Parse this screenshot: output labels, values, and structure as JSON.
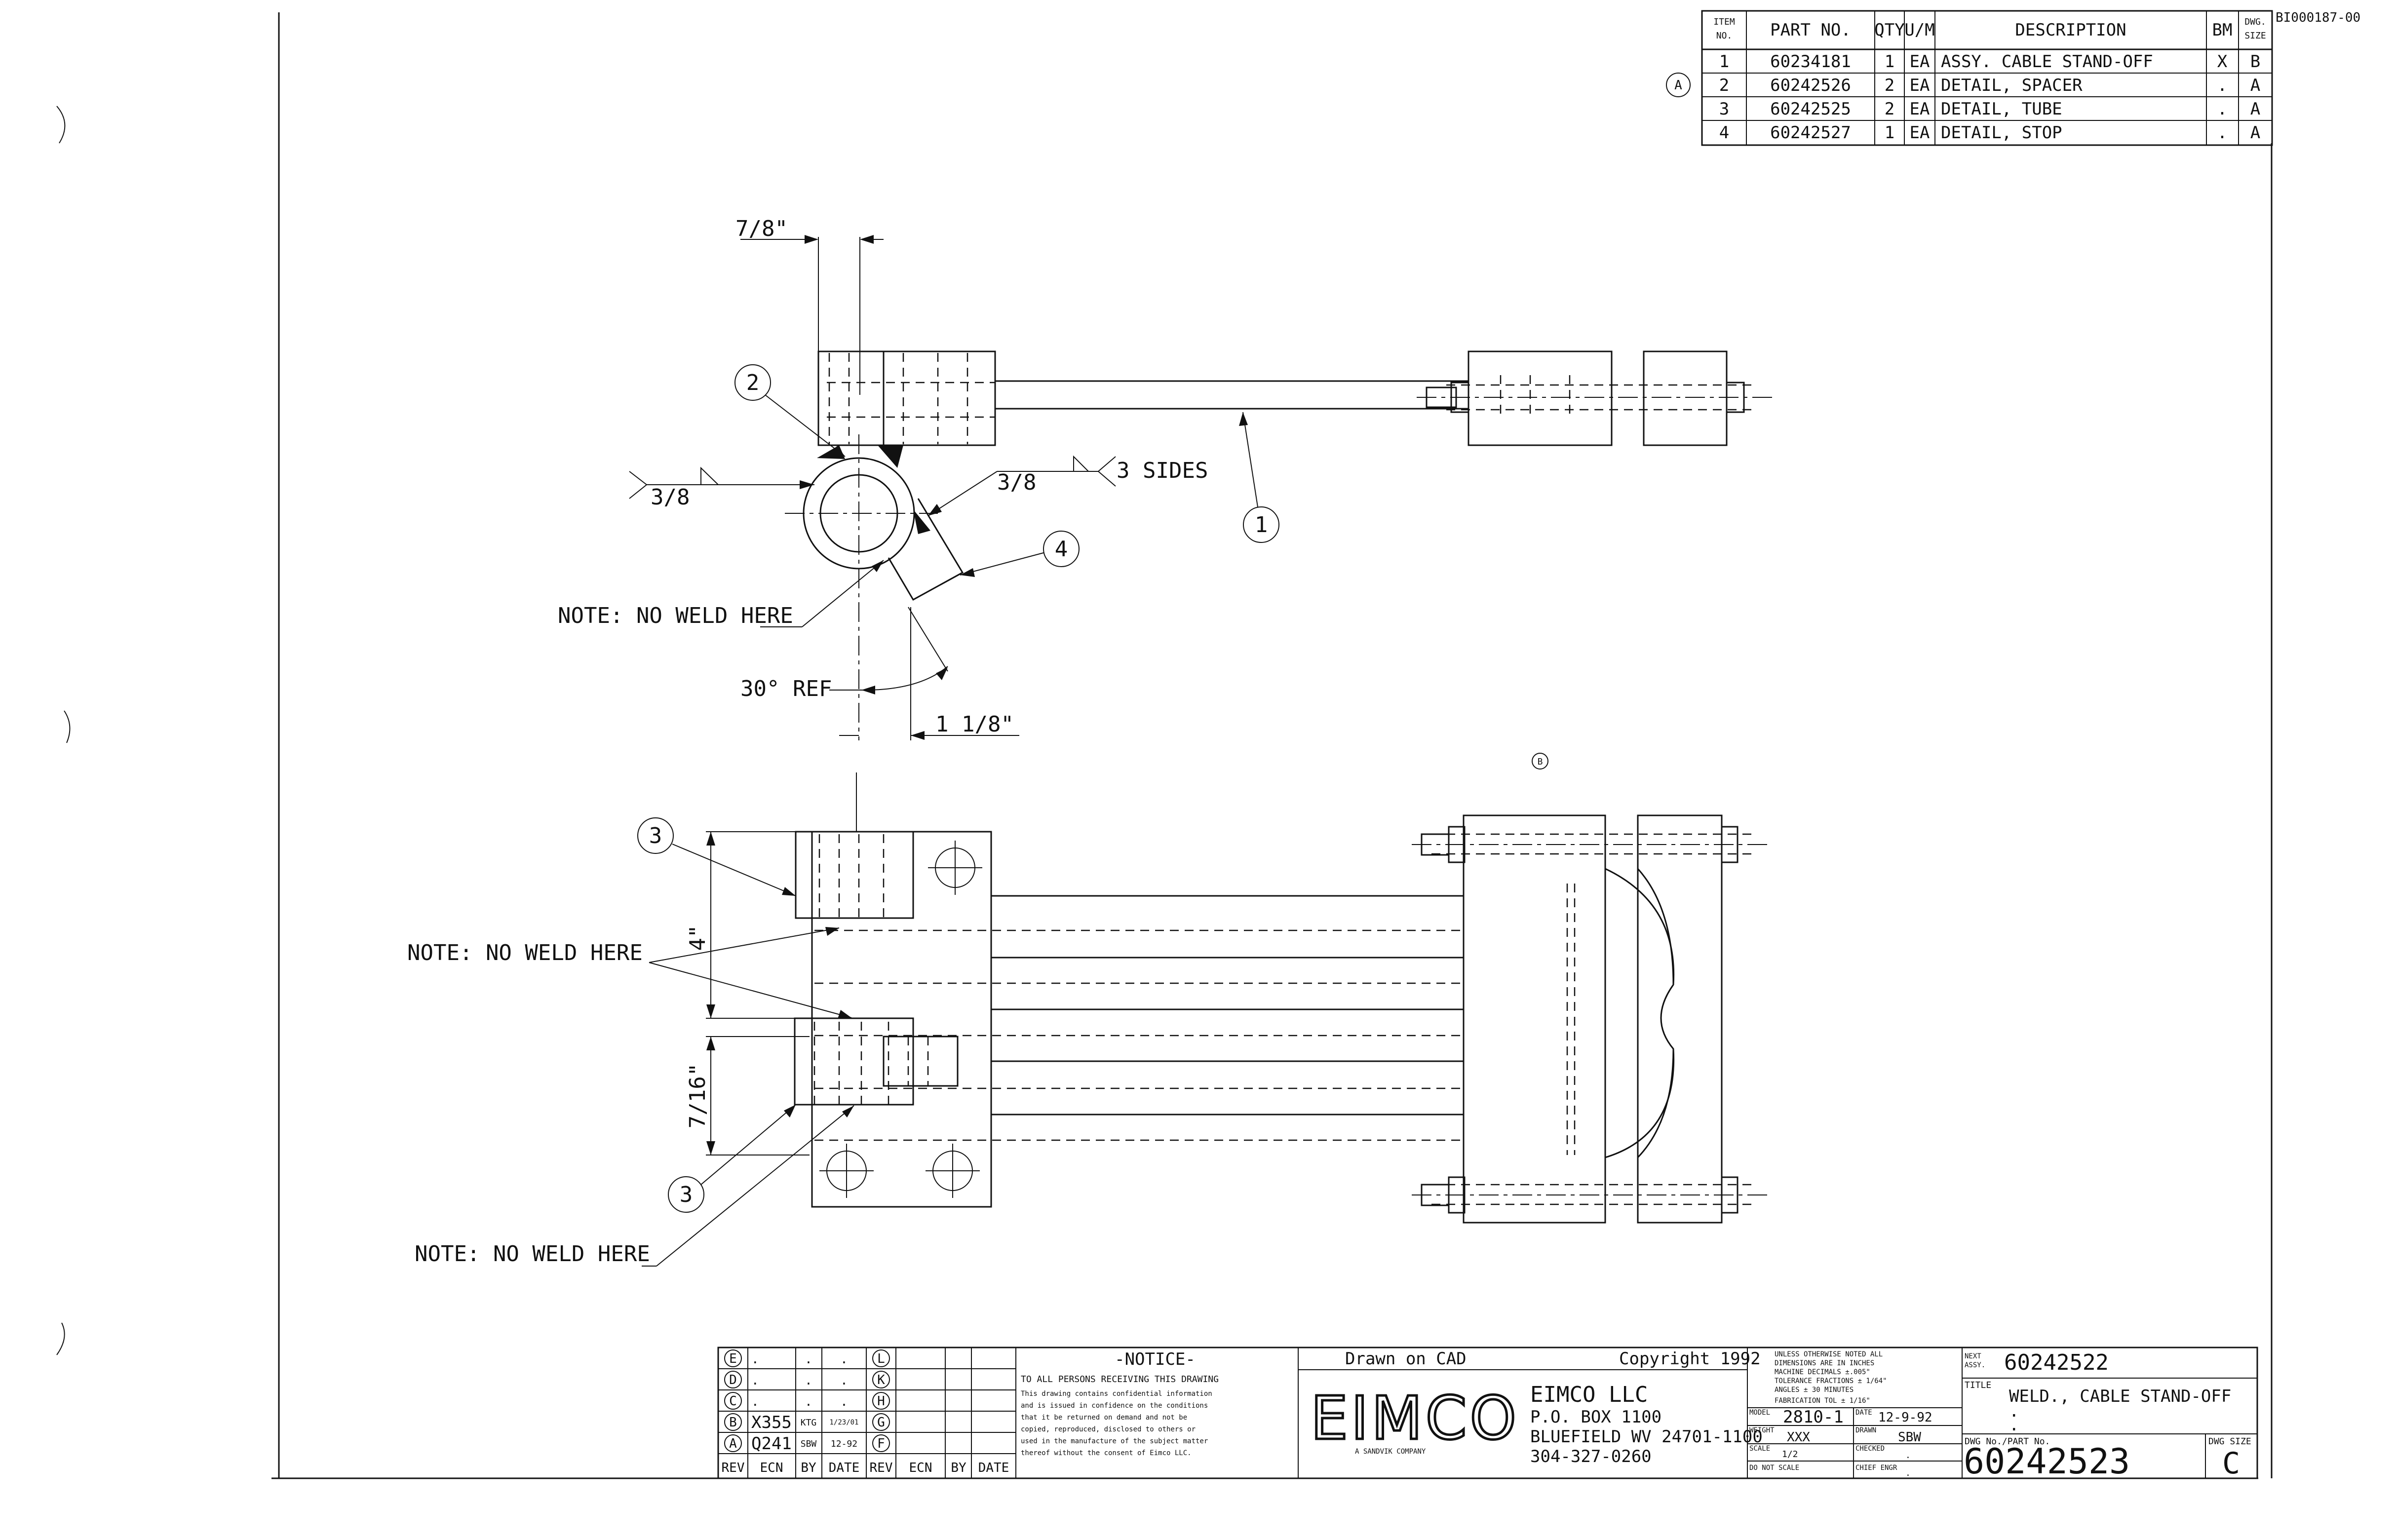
{
  "doc_id": "BI000187-00",
  "bom": {
    "headers": {
      "item": [
        "ITEM",
        "NO."
      ],
      "part": "PART NO.",
      "qty": "QTY",
      "um": "U/M",
      "desc": "DESCRIPTION",
      "bm": "BM",
      "size": [
        "DWG.",
        "SIZE"
      ]
    },
    "rows": [
      {
        "item": "1",
        "part": "60234181",
        "qty": "1",
        "um": "EA",
        "desc": "ASSY. CABLE STAND-OFF",
        "bm": "X",
        "size": "B"
      },
      {
        "item": "2",
        "part": "60242526",
        "qty": "2",
        "um": "EA",
        "desc": "DETAIL, SPACER",
        "bm": ".",
        "size": "A"
      },
      {
        "item": "3",
        "part": "60242525",
        "qty": "2",
        "um": "EA",
        "desc": "DETAIL, TUBE",
        "bm": ".",
        "size": "A"
      },
      {
        "item": "4",
        "part": "60242527",
        "qty": "1",
        "um": "EA",
        "desc": "DETAIL, STOP",
        "bm": ".",
        "size": "A"
      }
    ],
    "rev_marker": "A"
  },
  "top_view": {
    "dim_top": "7/8\"",
    "weld_left": "3/8",
    "weld_right": "3/8",
    "weld_sides": "3 SIDES",
    "note": "NOTE: NO WELD HERE",
    "angle": "30° REF",
    "dim_bottom": "1 1/8\"",
    "balloons": [
      "2",
      "1",
      "4"
    ]
  },
  "front_view": {
    "rev_marker": "B",
    "dim_height": "4\"",
    "dim_small": "7/16\"",
    "note_upper": "NOTE: NO WELD HERE",
    "note_lower": "NOTE: NO WELD HERE",
    "balloons": [
      "3",
      "3"
    ]
  },
  "revisions": {
    "letters_left": [
      "E",
      "D",
      "C",
      "B",
      "A"
    ],
    "letters_right": [
      "L",
      "K",
      "H",
      "G",
      "F"
    ],
    "rows": [
      {
        "ecn": ".",
        "by": ".",
        "date": "."
      },
      {
        "ecn": ".",
        "by": ".",
        "date": "."
      },
      {
        "ecn": ".",
        "by": ".",
        "date": "."
      },
      {
        "ecn": "X355",
        "by": "KTG",
        "date": "1/23/01"
      },
      {
        "ecn": "Q241",
        "by": "SBW",
        "date": "12-92"
      }
    ],
    "footer": [
      "REV",
      "ECN",
      "BY",
      "DATE",
      "REV",
      "ECN",
      "BY",
      "DATE"
    ]
  },
  "notice": {
    "heading": "-NOTICE-",
    "lead": "TO ALL PERSONS RECEIVING THIS DRAWING",
    "lines": [
      "This drawing contains confidential information",
      "and is issued in confidence on the conditions",
      "that it be returned on demand and not be",
      "copied, reproduced, disclosed to others or",
      "used in the manufacture of the subject matter",
      "thereof without the consent of Eimco LLC."
    ]
  },
  "company": {
    "drawn_on": "Drawn on CAD",
    "copyright": "Copyright 1992",
    "logo": "EIMCO",
    "tagline": "A SANDVIK COMPANY",
    "name": "EIMCO LLC",
    "address1": "P.O. BOX 1100",
    "address2": "BLUEFIELD WV 24701-1100",
    "phone": "304-327-0260"
  },
  "tolerances": {
    "lines": [
      "UNLESS OTHERWISE NOTED ALL",
      "DIMENSIONS ARE IN INCHES",
      "MACHINE   DECIMALS ±.005\"",
      "TOLERANCE  FRACTIONS ± 1/64\"",
      "           ANGLES ± 30 MINUTES",
      "FABRICATION TOL ± 1/16\""
    ]
  },
  "title_block": {
    "model_label": "MODEL",
    "model": "2810-1",
    "date_label": "DATE",
    "date": "12-9-92",
    "weight_label": "WEIGHT",
    "weight": "XXX",
    "drawn_label": "DRAWN",
    "drawn": "SBW",
    "scale_label": "SCALE",
    "scale": "1/2",
    "checked_label": "CHECKED",
    "checked": ".",
    "no_scale": "DO NOT SCALE",
    "chief_label": "CHIEF ENGR",
    "chief": ".",
    "next_assy_label": [
      "NEXT",
      "ASSY."
    ],
    "next_assy": "60242522",
    "title_label": "TITLE",
    "title": "WELD., CABLE STAND-OFF",
    "title_line2": ".",
    "title_line3": ".",
    "dwg_label": "DWG No./PART No.",
    "dwg_no": "60242523",
    "dwg_size_label": "DWG SIZE",
    "dwg_size": "C"
  }
}
